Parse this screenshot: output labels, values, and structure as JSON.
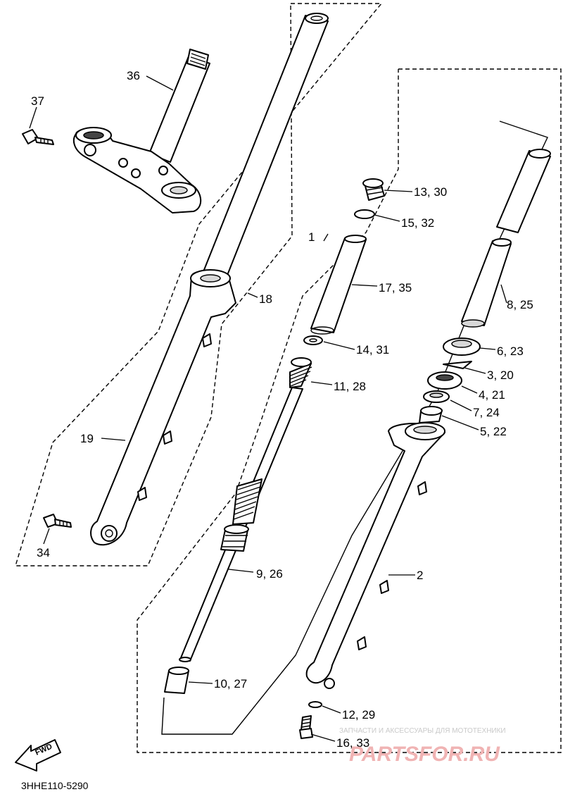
{
  "diagram_code": "3HHE110-5290",
  "fwd_label": "FWD",
  "watermark": {
    "line1": "ЗАПЧАСТИ И АКСЕССУАРЫ ДЛЯ МОТОТЕХНИКИ",
    "line2": "PARTSFOR.RU"
  },
  "callouts": {
    "c1": "1",
    "c2": "2",
    "c3_20": "3, 20",
    "c4_21": "4, 21",
    "c5_22": "5, 22",
    "c6_23": "6, 23",
    "c7_24": "7, 24",
    "c8_25": "8, 25",
    "c9_26": "9, 26",
    "c10_27": "10, 27",
    "c11_28": "11, 28",
    "c12_29": "12, 29",
    "c13_30": "13, 30",
    "c14_31": "14, 31",
    "c15_32": "15, 32",
    "c16_33": "16, 33",
    "c17_35": "17, 35",
    "c18": "18",
    "c19": "19",
    "c34": "34",
    "c36": "36",
    "c37": "37"
  }
}
